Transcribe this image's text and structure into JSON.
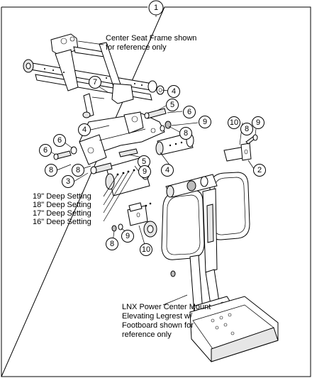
{
  "figure_number": "1",
  "notes": {
    "seat_frame": "Center Seat Frame shown\nfor reference only",
    "legrest": "LNX Power Center Mount\nElevating Legrest w/\nFootboard shown for\nreference only"
  },
  "depth_settings": [
    "19\" Deep Setting",
    "18\" Deep Setting",
    "17\" Deep Setting",
    "16\" Deep Setting"
  ],
  "callouts": [
    "7",
    "4",
    "5",
    "6",
    "4",
    "6",
    "9",
    "8",
    "6",
    "5",
    "8",
    "9",
    "8",
    "3",
    "8",
    "9",
    "4",
    "2",
    "10",
    "8",
    "9",
    "10"
  ]
}
